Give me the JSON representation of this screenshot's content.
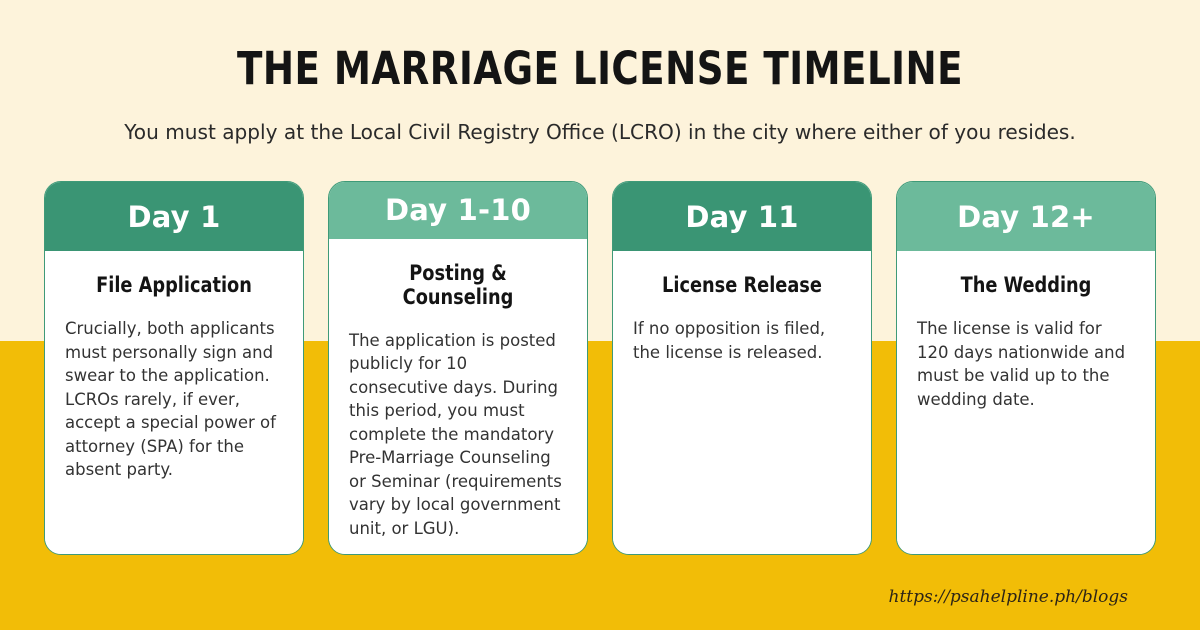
{
  "page": {
    "title": "THE MARRIAGE LICENSE TIMELINE",
    "subtitle": "You must apply at the Local Civil Registry Office (LCRO) in the city where either of you resides.",
    "footer_url": "https://psahelpline.ph/blogs"
  },
  "theme": {
    "background_top": "#fdf3db",
    "background_bottom": "#f2bd07",
    "accent_dark_green": "#3a9574",
    "accent_light_green": "#6cba9b",
    "card_background": "#ffffff",
    "card_border": "#3f9a78",
    "title_color": "#141414",
    "body_text_color": "#333333"
  },
  "cards": [
    {
      "day_label": "Day 1",
      "header_tone": "dark",
      "title": "File Application",
      "text": "Crucially, both applicants must personally sign and swear to the application. LCROs rarely, if ever, accept a special power of attorney (SPA) for the absent party."
    },
    {
      "day_label": "Day 1-10",
      "header_tone": "light",
      "title": "Posting & Counseling",
      "text": "The application is posted publicly for 10 consecutive days. During this period, you must complete the mandatory Pre-Marriage Counseling or Seminar (requirements vary by local government unit, or LGU)."
    },
    {
      "day_label": "Day 11",
      "header_tone": "dark",
      "title": "License Release",
      "text": "If no opposition is filed, the license is released."
    },
    {
      "day_label": "Day 12+",
      "header_tone": "light",
      "title": "The Wedding",
      "text": "The license is valid for 120 days nationwide and must be valid up to the wedding date."
    }
  ]
}
